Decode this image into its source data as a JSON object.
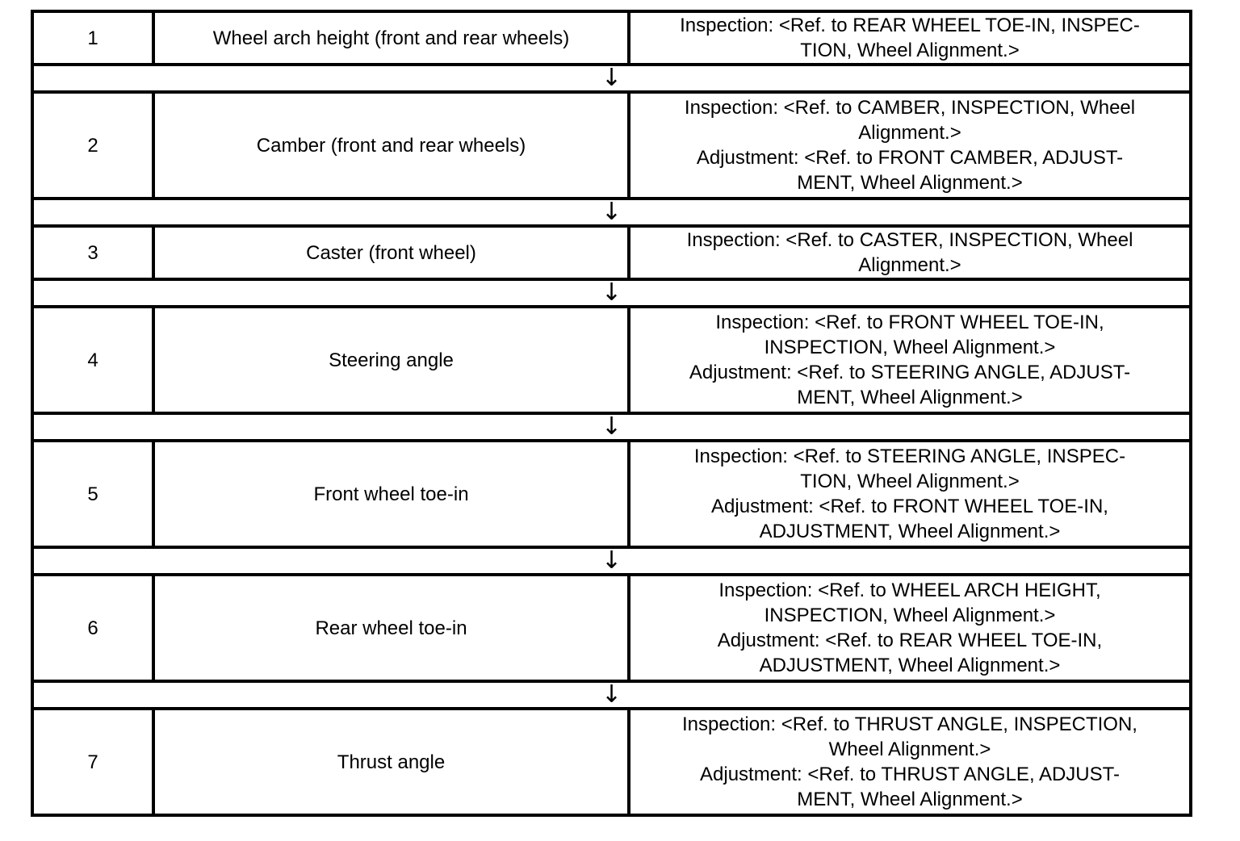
{
  "colors": {
    "border": "#000000",
    "text": "#000000",
    "background": "#ffffff"
  },
  "flow": {
    "arrow_glyph": "↓",
    "rows": [
      {
        "num": "1",
        "item": "Wheel arch height (front and rear wheels)",
        "ref_lines": [
          "Inspection: <Ref. to REAR WHEEL TOE-IN, INSPEC-",
          "TION, Wheel Alignment.>"
        ]
      },
      {
        "num": "2",
        "item": "Camber (front and rear wheels)",
        "ref_lines": [
          "Inspection: <Ref. to CAMBER, INSPECTION, Wheel",
          "Alignment.>",
          "Adjustment: <Ref. to FRONT CAMBER, ADJUST-",
          "MENT, Wheel Alignment.>"
        ]
      },
      {
        "num": "3",
        "item": "Caster (front wheel)",
        "ref_lines": [
          "Inspection: <Ref. to CASTER, INSPECTION, Wheel",
          "Alignment.>"
        ]
      },
      {
        "num": "4",
        "item": "Steering angle",
        "ref_lines": [
          "Inspection: <Ref. to FRONT WHEEL TOE-IN,",
          "INSPECTION, Wheel Alignment.>",
          "Adjustment: <Ref. to STEERING ANGLE, ADJUST-",
          "MENT, Wheel Alignment.>"
        ]
      },
      {
        "num": "5",
        "item": "Front wheel toe-in",
        "ref_lines": [
          "Inspection: <Ref. to STEERING ANGLE, INSPEC-",
          "TION, Wheel Alignment.>",
          "Adjustment: <Ref. to FRONT WHEEL TOE-IN,",
          "ADJUSTMENT, Wheel Alignment.>"
        ]
      },
      {
        "num": "6",
        "item": "Rear wheel toe-in",
        "ref_lines": [
          "Inspection: <Ref. to WHEEL ARCH HEIGHT,",
          "INSPECTION, Wheel Alignment.>",
          "Adjustment: <Ref. to REAR WHEEL TOE-IN,",
          "ADJUSTMENT, Wheel Alignment.>"
        ]
      },
      {
        "num": "7",
        "item": "Thrust angle",
        "ref_lines": [
          "Inspection: <Ref. to THRUST ANGLE, INSPECTION,",
          "Wheel Alignment.>",
          "Adjustment: <Ref. to THRUST ANGLE, ADJUST-",
          "MENT, Wheel Alignment.>"
        ]
      }
    ]
  }
}
